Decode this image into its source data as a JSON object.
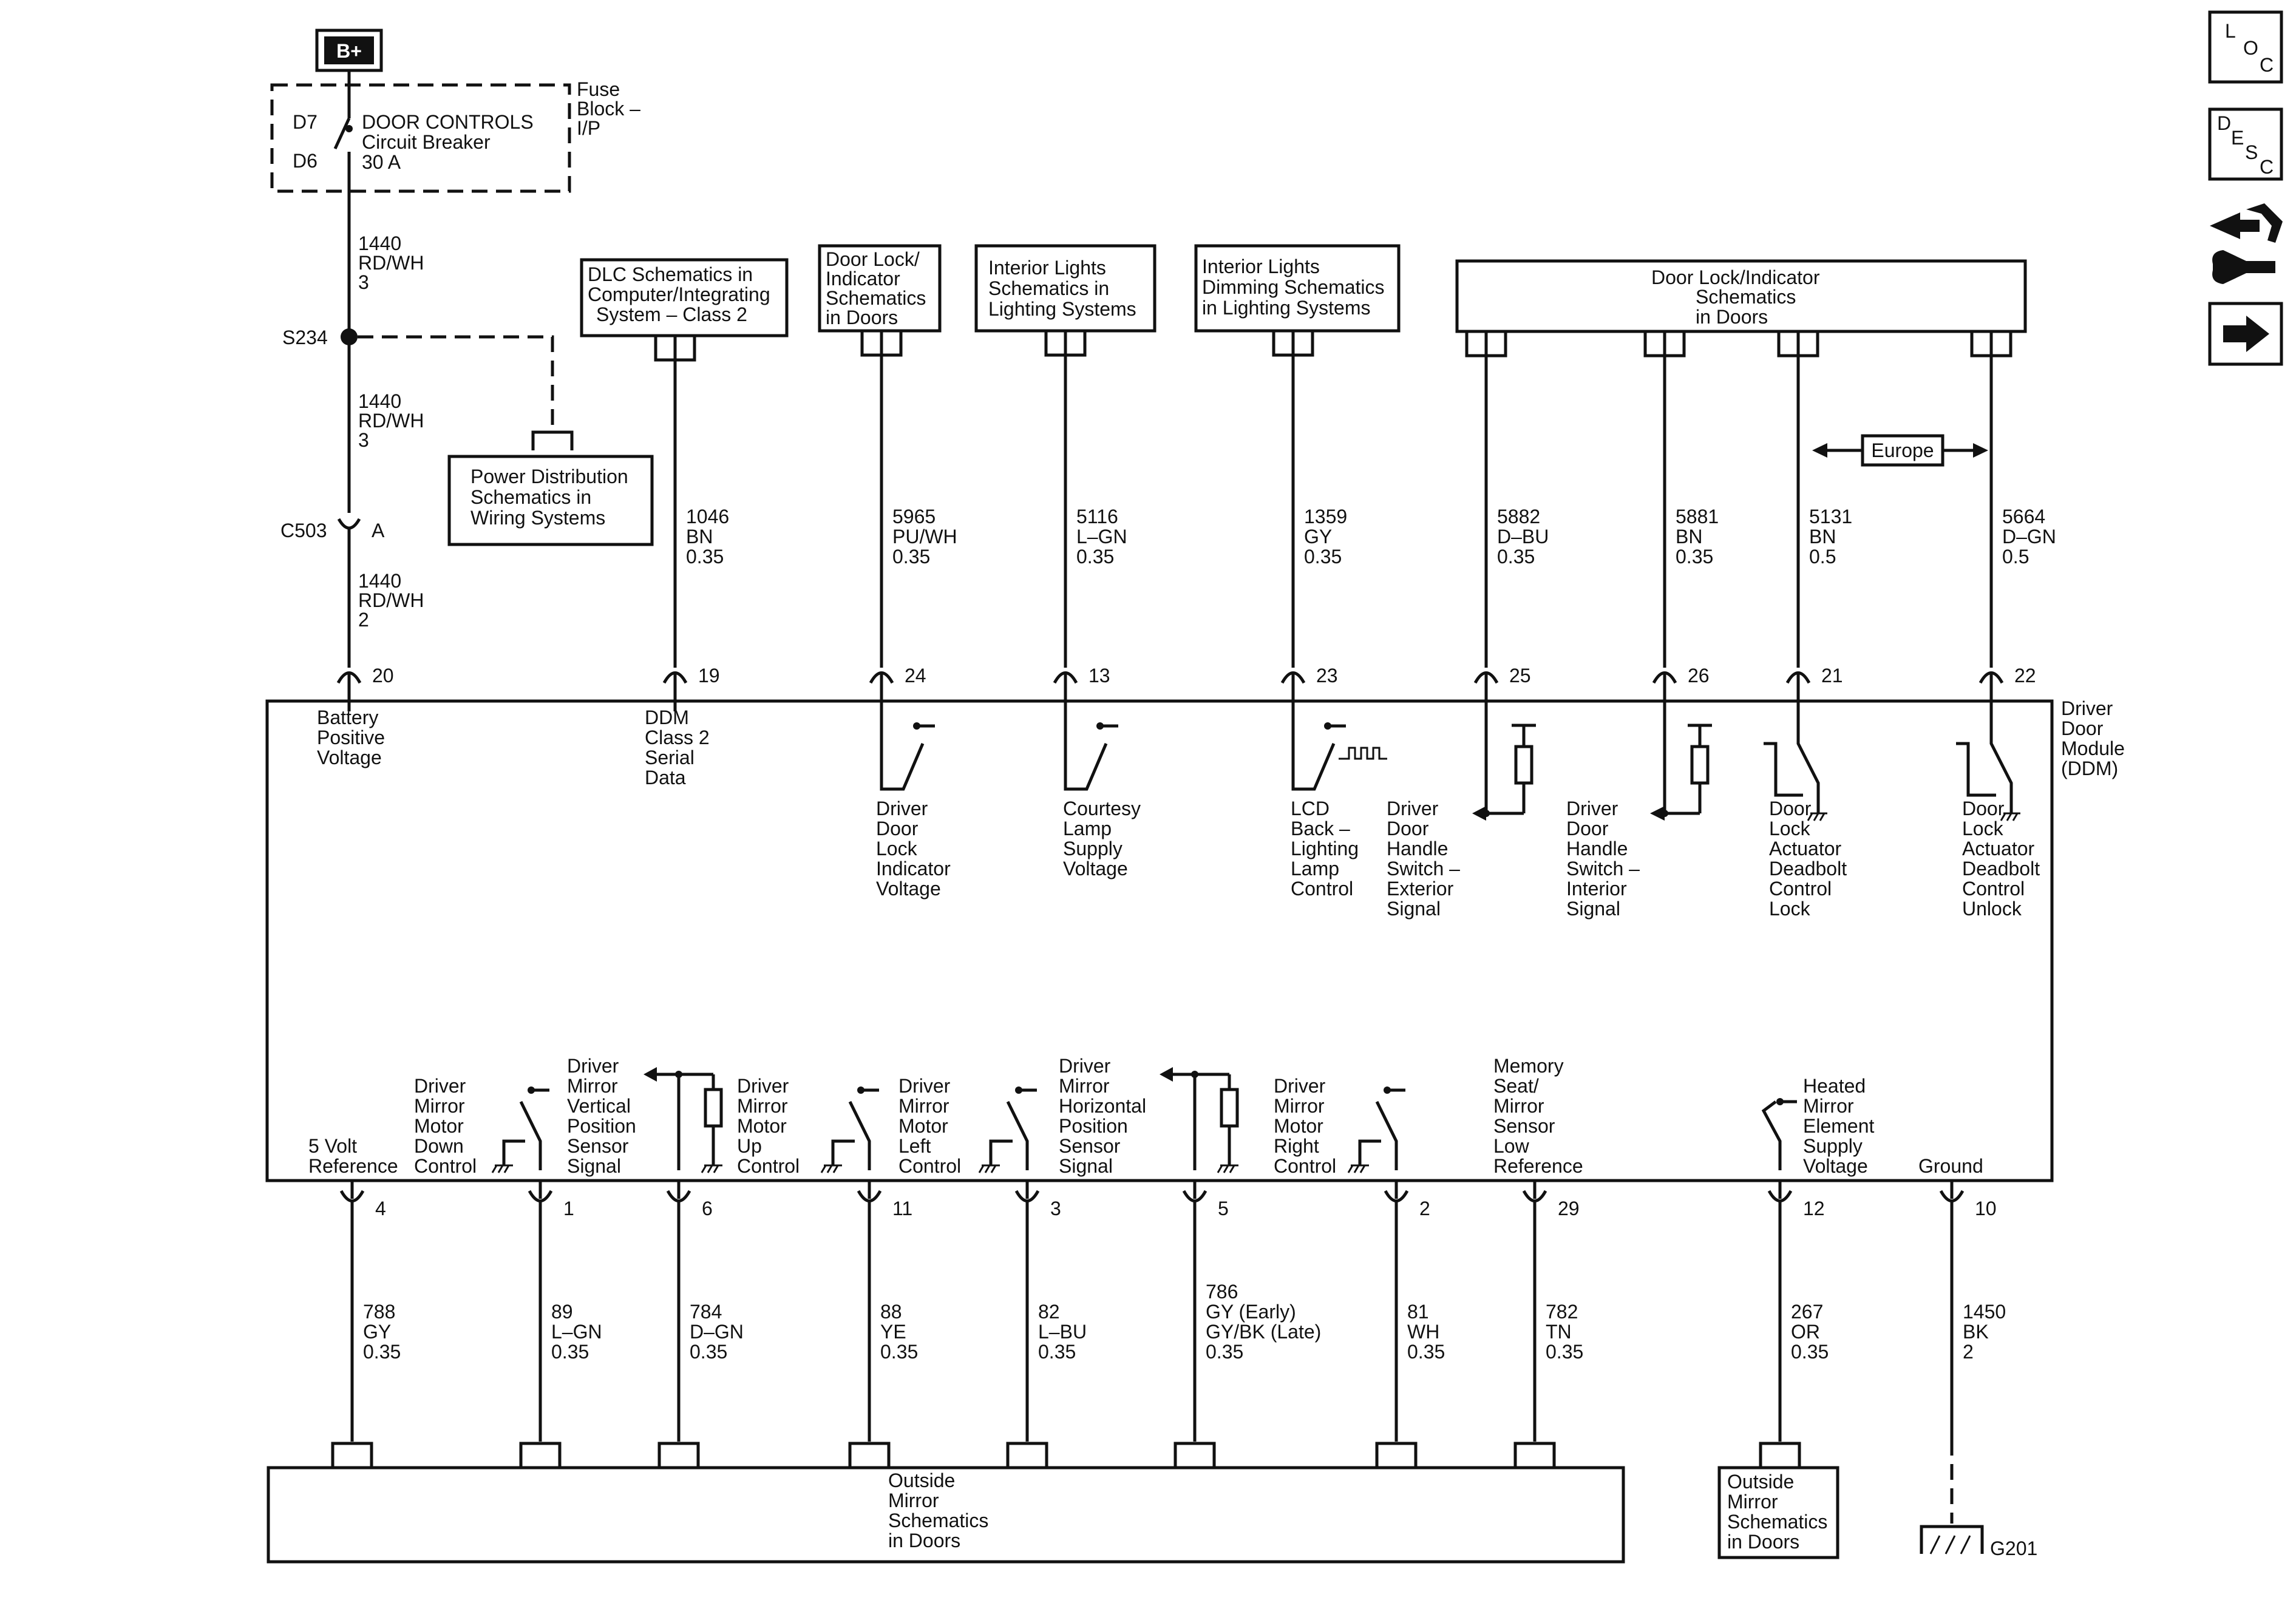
{
  "power": {
    "source": "B+",
    "fuse_block_label": [
      "Fuse",
      "Block –",
      "I/P"
    ],
    "pins": [
      "D7",
      "D6"
    ],
    "breaker_label": [
      "DOOR CONTROLS",
      "Circuit Breaker",
      "30 A"
    ],
    "splice": "S234",
    "connector": "C503",
    "connector_pin": "A",
    "wires": [
      [
        "1440",
        "RD/WH",
        "3"
      ],
      [
        "1440",
        "RD/WH",
        "3"
      ],
      [
        "1440",
        "RD/WH",
        "2"
      ]
    ]
  },
  "power_distribution_box": [
    "Power Distribution",
    "Schematics in",
    "Wiring Systems"
  ],
  "module": {
    "label": [
      "Driver",
      "Door",
      "Module",
      "(DDM)"
    ],
    "top_pins": [
      {
        "pin": "20",
        "wire": [
          "1440",
          "RD/WH",
          "2"
        ],
        "label": [
          "Battery",
          "Positive",
          "Voltage"
        ]
      },
      {
        "pin": "19",
        "wire": [
          "1046",
          "BN",
          "0.35"
        ],
        "label": [
          "DDM",
          "Class 2",
          "Serial",
          "Data"
        ]
      },
      {
        "pin": "24",
        "wire": [
          "5965",
          "PU/WH",
          "0.35"
        ],
        "label": [
          "Driver",
          "Door",
          "Lock",
          "Indicator",
          "Voltage"
        ]
      },
      {
        "pin": "13",
        "wire": [
          "5116",
          "L–GN",
          "0.35"
        ],
        "label": [
          "Courtesy",
          "Lamp",
          "Supply",
          "Voltage"
        ]
      },
      {
        "pin": "23",
        "wire": [
          "1359",
          "GY",
          "0.35"
        ],
        "label": [
          "LCD",
          "Back –",
          "Lighting",
          "Lamp",
          "Control"
        ]
      },
      {
        "pin": "25",
        "wire": [
          "5882",
          "D–BU",
          "0.35"
        ],
        "label": [
          "Driver",
          "Door",
          "Handle",
          "Switch –",
          "Exterior",
          "Signal"
        ]
      },
      {
        "pin": "26",
        "wire": [
          "5881",
          "BN",
          "0.35"
        ],
        "label": [
          "Driver",
          "Door",
          "Handle",
          "Switch –",
          "Interior",
          "Signal"
        ]
      },
      {
        "pin": "21",
        "wire": [
          "5131",
          "BN",
          "0.5"
        ],
        "label": [
          "Door",
          "Lock",
          "Actuator",
          "Deadbolt",
          "Control",
          "Lock"
        ]
      },
      {
        "pin": "22",
        "wire": [
          "5664",
          "D–GN",
          "0.5"
        ],
        "label": [
          "Door",
          "Lock",
          "Actuator",
          "Deadbolt",
          "Control",
          "Unlock"
        ]
      }
    ],
    "bottom_pins": [
      {
        "pin": "4",
        "wire": [
          "788",
          "GY",
          "0.35"
        ],
        "label": [
          "5 Volt",
          "Reference"
        ]
      },
      {
        "pin": "1",
        "wire": [
          "89",
          "L–GN",
          "0.35"
        ],
        "label": [
          "Driver",
          "Mirror",
          "Motor",
          "Down",
          "Control"
        ]
      },
      {
        "pin": "6",
        "wire": [
          "784",
          "D–GN",
          "0.35"
        ],
        "label": [
          "Driver",
          "Mirror",
          "Vertical",
          "Position",
          "Sensor",
          "Signal"
        ]
      },
      {
        "pin": "11",
        "wire": [
          "88",
          "YE",
          "0.35"
        ],
        "label": [
          "Driver",
          "Mirror",
          "Motor",
          "Up",
          "Control"
        ]
      },
      {
        "pin": "3",
        "wire": [
          "82",
          "L–BU",
          "0.35"
        ],
        "label": [
          "Driver",
          "Mirror",
          "Motor",
          "Left",
          "Control"
        ]
      },
      {
        "pin": "5",
        "wire": [
          "786",
          "GY (Early)",
          "GY/BK (Late)",
          "0.35"
        ],
        "label": [
          "Driver",
          "Mirror",
          "Horizontal",
          "Position",
          "Sensor",
          "Signal"
        ]
      },
      {
        "pin": "2",
        "wire": [
          "81",
          "WH",
          "0.35"
        ],
        "label": [
          "Driver",
          "Mirror",
          "Motor",
          "Right",
          "Control"
        ]
      },
      {
        "pin": "29",
        "wire": [
          "782",
          "TN",
          "0.35"
        ],
        "label": [
          "Memory",
          "Seat/",
          "Mirror",
          "Sensor",
          "Low",
          "Reference"
        ]
      },
      {
        "pin": "12",
        "wire": [
          "267",
          "OR",
          "0.35"
        ],
        "label": [
          "Heated",
          "Mirror",
          "Element",
          "Supply",
          "Voltage"
        ]
      },
      {
        "pin": "10",
        "wire": [
          "1450",
          "BK",
          "2"
        ],
        "label": [
          "Ground"
        ]
      }
    ]
  },
  "top_boxes": [
    [
      "DLC Schematics in",
      "Computer/Integrating",
      "System – Class 2"
    ],
    [
      "Door Lock/",
      "Indicator",
      "Schematics",
      "in Doors"
    ],
    [
      "Interior Lights",
      "Schematics in",
      "Lighting Systems"
    ],
    [
      "Interior Lights",
      "Dimming Schematics",
      "in Lighting Systems"
    ],
    [
      "Door Lock/Indicator",
      "Schematics",
      "in Doors"
    ]
  ],
  "europe_label": "Europe",
  "bottom_boxes": [
    [
      "Outside",
      "Mirror",
      "Schematics",
      "in Doors"
    ],
    [
      "Outside",
      "Mirror",
      "Schematics",
      "in Doors"
    ]
  ],
  "ground_label": "G201",
  "nav_icons": [
    {
      "name": "location-icon",
      "letters": [
        "L",
        "O",
        "C"
      ]
    },
    {
      "name": "description-icon",
      "letters": [
        "D",
        "E",
        "S",
        "C"
      ]
    },
    {
      "name": "repair-icon"
    },
    {
      "name": "next-arrow-icon"
    }
  ]
}
